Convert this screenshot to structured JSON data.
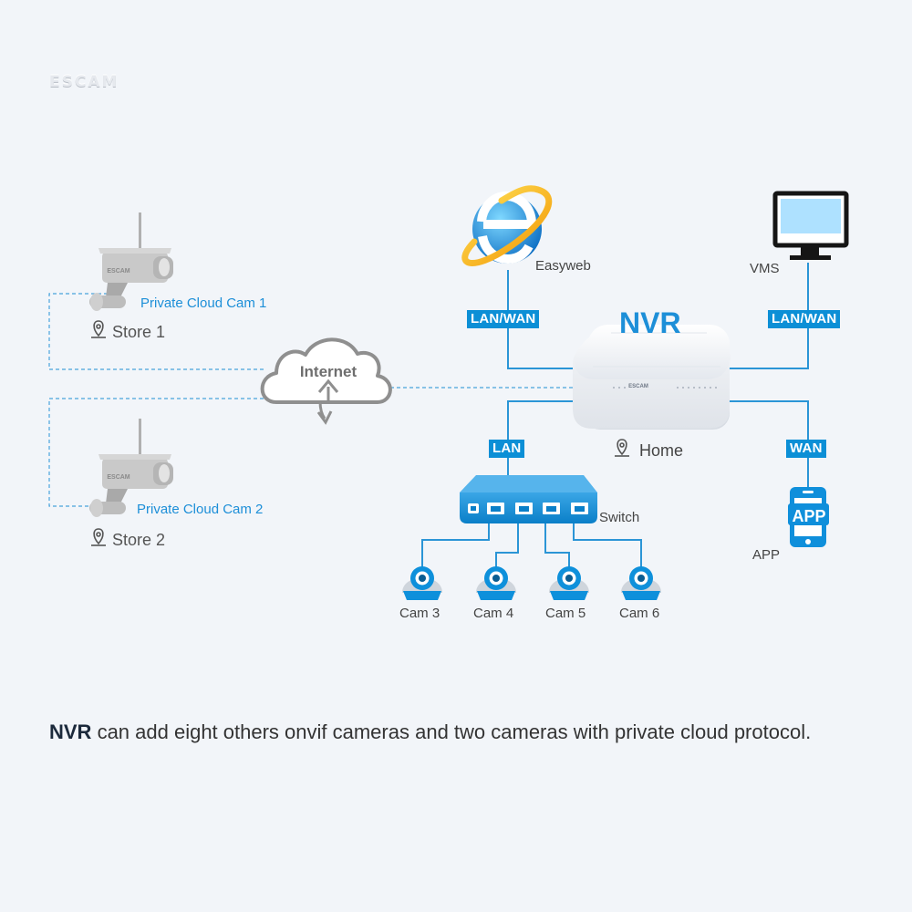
{
  "brand": {
    "logo_text": "ESCAM",
    "device_logo": "ESCAM"
  },
  "nvr": {
    "title": "NVR",
    "location": "Home"
  },
  "internet": {
    "label": "Internet"
  },
  "links": {
    "easyweb": "LAN/WAN",
    "vms": "LAN/WAN",
    "switch": "LAN",
    "app": "WAN"
  },
  "clients": {
    "easyweb": "Easyweb",
    "vms": "VMS",
    "app_icon_text": "APP",
    "app": "APP"
  },
  "cloud_cams": [
    {
      "name": "Private Cloud Cam 1",
      "store": "Store 1"
    },
    {
      "name": "Private Cloud Cam 2",
      "store": "Store 2"
    }
  ],
  "switch": {
    "label": "Switch"
  },
  "cams": [
    "Cam 3",
    "Cam 4",
    "Cam 5",
    "Cam 6"
  ],
  "caption": {
    "highlight": "NVR",
    "text": " can add eight others onvif cameras and two cameras with private cloud protocol."
  },
  "colors": {
    "accent": "#0c8fd6",
    "line": "#2b95d6",
    "background": "#f2f5f9"
  }
}
